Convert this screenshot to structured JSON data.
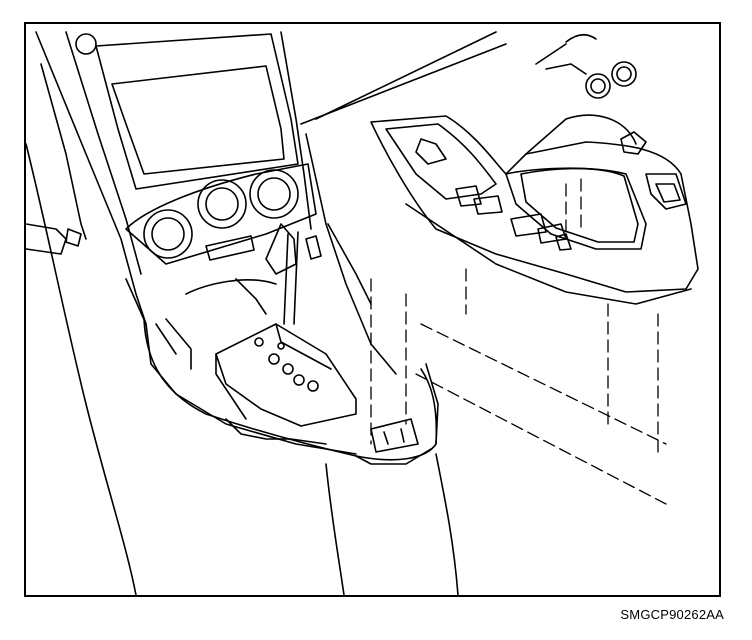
{
  "figure": {
    "code": "SMGCP90262AA",
    "components": [
      {
        "name": "instrument-panel",
        "icon": "dashboard-outline"
      },
      {
        "name": "center-display",
        "icon": "display-rectangle"
      },
      {
        "name": "climate-control-knobs",
        "icon": "rotary-knob"
      },
      {
        "name": "gear-shift-lever-boot",
        "icon": "shifter"
      },
      {
        "name": "console-base",
        "icon": "console-tray"
      },
      {
        "name": "shifter-trim-bezel",
        "icon": "bezel-frame"
      },
      {
        "name": "cigarette-lighter-sockets",
        "icon": "round-socket"
      }
    ],
    "colors": {
      "ink": "#000000",
      "paper": "#ffffff",
      "shade": "#6b6b6b"
    }
  }
}
